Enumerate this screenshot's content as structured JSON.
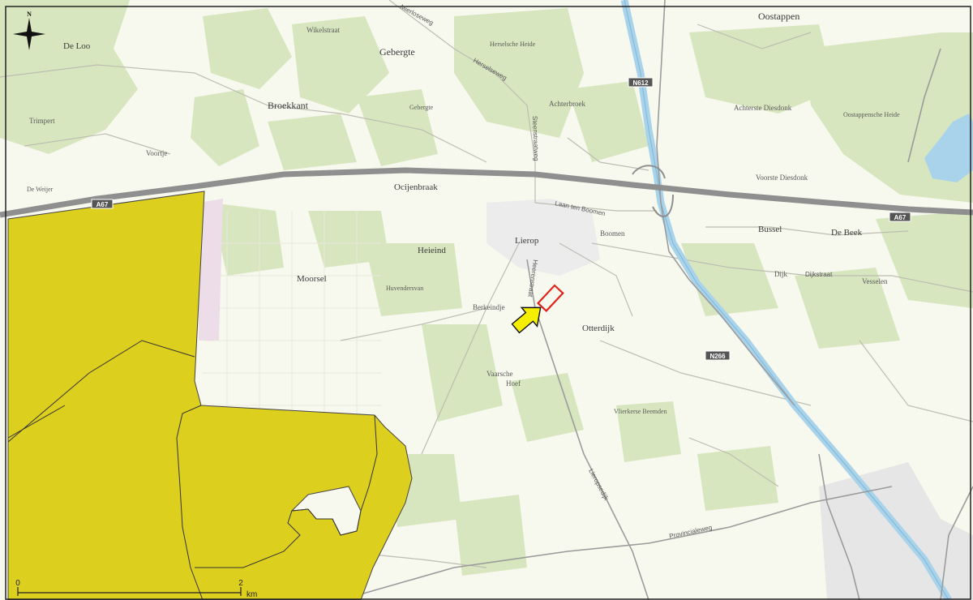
{
  "map": {
    "north_label": "N",
    "places": {
      "de_loo": "De Loo",
      "wikelstraat": "Wikelstraat",
      "gebergte_big": "Gebergte",
      "herselsche_heide": "Herselsche Heide",
      "oostappen": "Oostappen",
      "broekkant": "Broekkant",
      "gebergte_small": "Gebergte",
      "achterbroek": "Achterbroek",
      "achterste_diesdonk": "Achterste Diesdonk",
      "oostappensche_heide": "Oostappensche Heide",
      "trimpert": "Trimpert",
      "voortje": "Voortje",
      "de_weijer": "De Weijer",
      "ocijenbraak": "Ocijenbraak",
      "voorste_diesdonk": "Voorste Diesdonk",
      "bussel": "Bussel",
      "de_beek": "De Beek",
      "heieind": "Heieind",
      "lierop": "Lierop",
      "boomen": "Boomen",
      "moorsel": "Moorsel",
      "huvendersvan": "Huvendersvan",
      "berkeindje": "Berkeindje",
      "dijk": "Dijk",
      "vesselen": "Vesselen",
      "otterdijk": "Otterdijk",
      "vaarsche_hoef_1": "Vaarsche",
      "vaarsche_hoef_2": "Hoef",
      "vlierkerse_beemden": "Vlierkerse Beemden"
    },
    "roads": {
      "mierloseweg": "Mierloseweg",
      "herselseweg": "Herselseweg",
      "steenstraatweg": "Steenstraatweg",
      "laan_ten_boomen": "Laan ten Boomen",
      "dijkstraat": "Dijkstraat",
      "heerenstraat": "Heerenstraat",
      "lieropsedijk": "Lieropsedijk",
      "provincialeweg": "Provincialeweg"
    },
    "shields": {
      "a67_west": "A67",
      "a67_east": "A67",
      "n612": "N612",
      "n266": "N266"
    },
    "scale": {
      "start": "0",
      "end": "2",
      "unit": "km"
    },
    "colors": {
      "background": "#f7f8ee",
      "forest": "#d7e6bf",
      "protected_area": "#ddcf1e",
      "motorway": "#8f8f8f",
      "canal": "#a9d3ea",
      "arrow": "#f5ee00",
      "site_outline": "#e2231a"
    }
  }
}
